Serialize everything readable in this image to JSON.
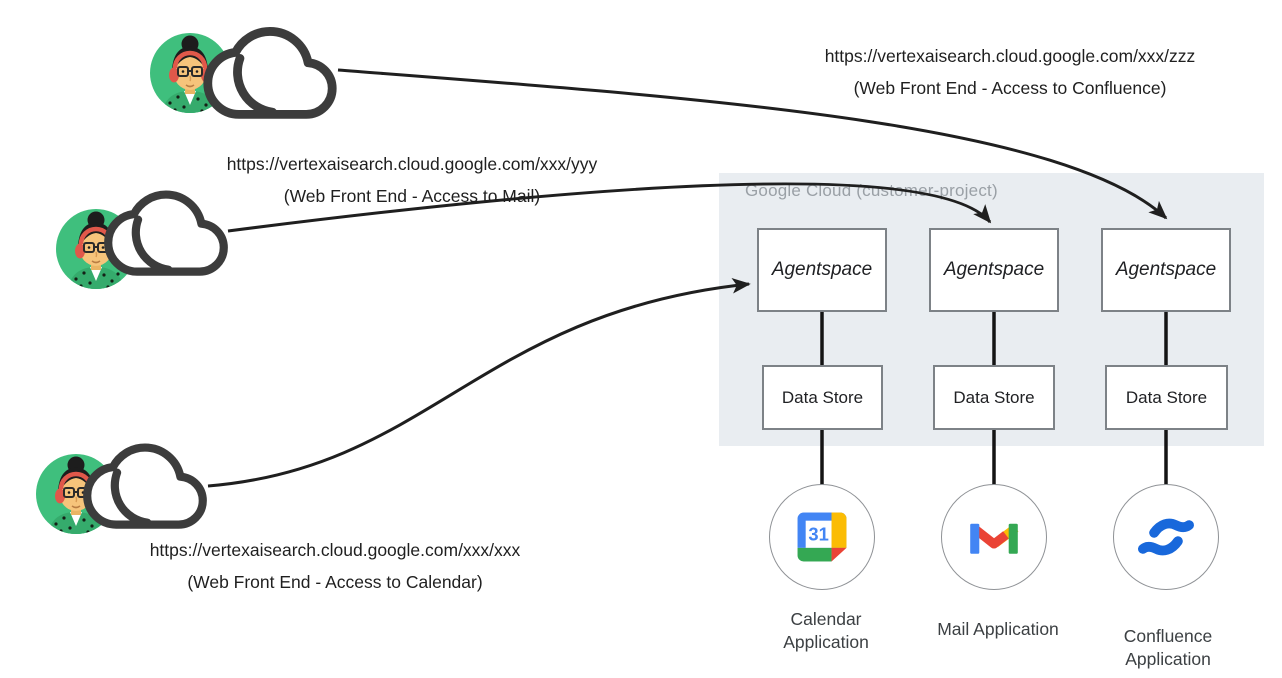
{
  "panel": {
    "title": "Google Cloud (customer-project)"
  },
  "requests": [
    {
      "url": "https://vertexaisearch.cloud.google.com/xxx/zzz",
      "note": "(Web Front End - Access to Confluence)"
    },
    {
      "url": "https://vertexaisearch.cloud.google.com/xxx/yyy",
      "note": "(Web Front End - Access to Mail)"
    },
    {
      "url": "https://vertexaisearch.cloud.google.com/xxx/xxx",
      "note": "(Web Front End - Access to Calendar)"
    }
  ],
  "columns": [
    {
      "agent": "Agentspace",
      "store": "Data Store",
      "app": "Calendar Application",
      "icon": "google-calendar-icon"
    },
    {
      "agent": "Agentspace",
      "store": "Data Store",
      "app": "Mail Application",
      "icon": "gmail-icon"
    },
    {
      "agent": "Agentspace",
      "store": "Data Store",
      "app": "Confluence Application",
      "icon": "confluence-icon"
    }
  ],
  "icons": {
    "calendar_day": "31"
  },
  "colors": {
    "panel_bg": "#e9edf1",
    "box_border": "#7d8287",
    "arrow": "#1f1f1f",
    "muted_text": "#9aa0a6",
    "google_blue": "#4285f4",
    "google_red": "#ea4335",
    "google_yellow": "#fbbc04",
    "google_green": "#34a853",
    "confluence_blue": "#1868db",
    "avatar_green": "#3fbf7d",
    "cloud_outline": "#3c3c3c"
  }
}
